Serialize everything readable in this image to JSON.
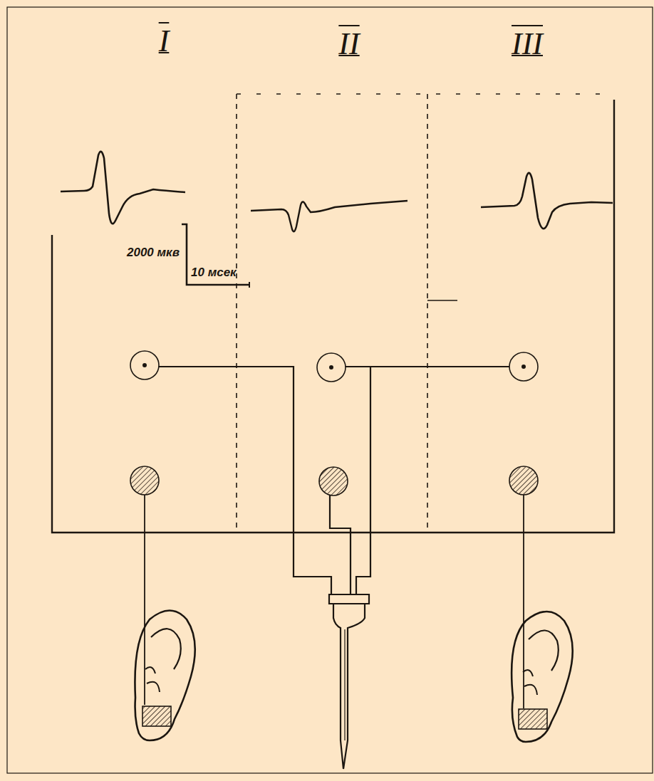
{
  "diagram": {
    "labels": [
      "I",
      "II",
      "III",
      "2000 мкв",
      "10 мсек"
    ]
  }
}
